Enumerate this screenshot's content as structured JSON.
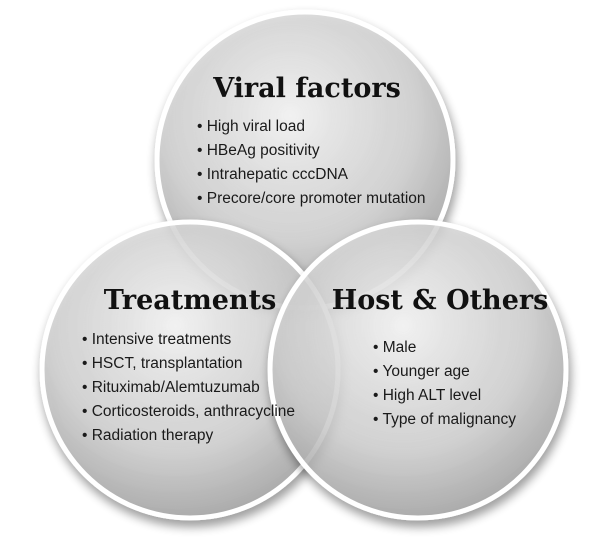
{
  "circles": [
    {
      "id": "viral",
      "title": "Viral factors",
      "items": [
        "• High viral load",
        "• HBeAg positivity",
        "• Intrahepatic cccDNA",
        "• Precore/core promoter mutation"
      ]
    },
    {
      "id": "treatments",
      "title": "Treatments",
      "items": [
        "• Intensive treatments",
        "• HSCT, transplantation",
        "• Rituximab/Alemtuzumab",
        "• Corticosteroids, anthracycline",
        "• Radiation therapy"
      ]
    },
    {
      "id": "host",
      "title": "Host & Others",
      "items": [
        "• Male",
        "• Younger age",
        "• High ALT level",
        "• Type of malignancy"
      ]
    }
  ],
  "colors": {
    "circle_light": "#f4f4f4",
    "circle_mid": "#d2d2d2",
    "circle_dark": "#9c9c9c",
    "rim": "#ffffff"
  }
}
